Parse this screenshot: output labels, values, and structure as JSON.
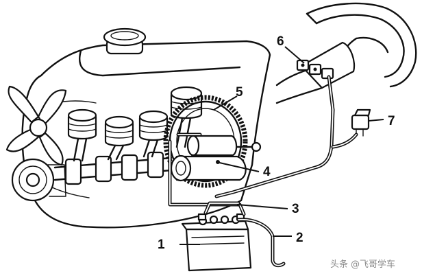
{
  "labels": [
    "1",
    "2",
    "3",
    "4",
    "5",
    "6",
    "7"
  ],
  "watermark": {
    "prefix": "头条",
    "handle": "@飞哥学车"
  }
}
